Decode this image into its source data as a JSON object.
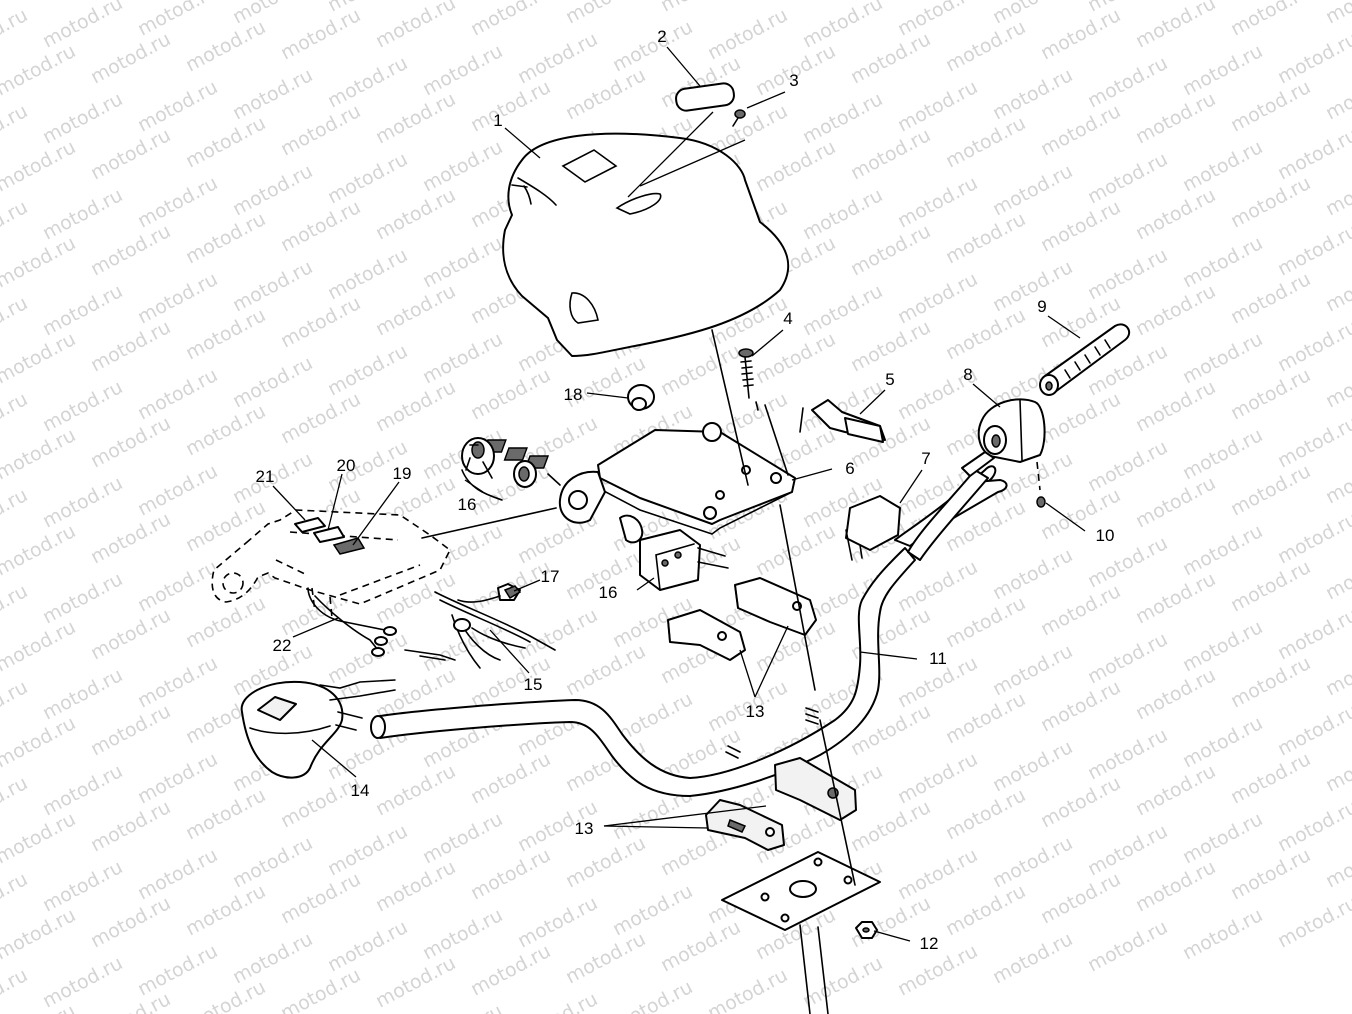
{
  "watermark": {
    "text": "motod.ru"
  },
  "diagram": {
    "type": "exploded-parts-view",
    "callouts": [
      {
        "id": "c1",
        "text": "1"
      },
      {
        "id": "c2",
        "text": "2"
      },
      {
        "id": "c3",
        "text": "3"
      },
      {
        "id": "c4",
        "text": "4"
      },
      {
        "id": "c5",
        "text": "5"
      },
      {
        "id": "c6",
        "text": "6"
      },
      {
        "id": "c7",
        "text": "7"
      },
      {
        "id": "c8",
        "text": "8"
      },
      {
        "id": "c9",
        "text": "9"
      },
      {
        "id": "c10",
        "text": "10"
      },
      {
        "id": "c11",
        "text": "11"
      },
      {
        "id": "c12",
        "text": "12"
      },
      {
        "id": "c13a",
        "text": "13"
      },
      {
        "id": "c13b",
        "text": "13"
      },
      {
        "id": "c14",
        "text": "14"
      },
      {
        "id": "c15",
        "text": "15"
      },
      {
        "id": "c16a",
        "text": "16"
      },
      {
        "id": "c16b",
        "text": "16"
      },
      {
        "id": "c17",
        "text": "17"
      },
      {
        "id": "c18",
        "text": "18"
      },
      {
        "id": "c19",
        "text": "19"
      },
      {
        "id": "c20",
        "text": "20"
      },
      {
        "id": "c21",
        "text": "21"
      },
      {
        "id": "c22",
        "text": "22"
      }
    ]
  }
}
